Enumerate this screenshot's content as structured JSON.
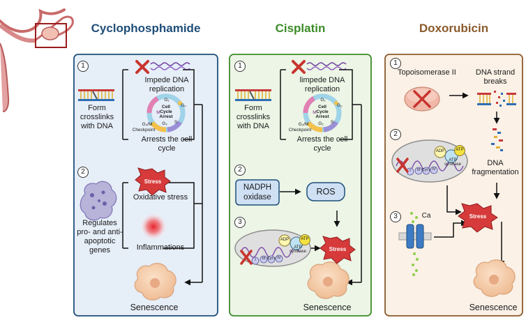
{
  "colors": {
    "cyclophosphamide": "#1f4e79",
    "cisplatin": "#3c8c28",
    "doxorubicin": "#8a5a2b",
    "panel1_bg": "#e6eef8",
    "panel2_bg": "#ecf5e6",
    "panel3_bg": "#fbf1e6",
    "stress": "#d63a3a",
    "cross": "#c8342e"
  },
  "panels": [
    {
      "title": "Cyclophosphamide",
      "step1": "1",
      "step2": "2",
      "crosslinks": "Form\ncrosslinks\nwith DNA",
      "impede": "Impede DNA\nreplication",
      "arrests": "Arrests the cell\ncycle",
      "oxidative": "Oxidative stress",
      "inflammations": "Inflammations",
      "regulates": "Regulates\npro- and anti-\napoptotic\ngenes",
      "stress_label": "Stress",
      "senescence": "Senescence"
    },
    {
      "title": "Cisplatin",
      "step1": "1",
      "step2": "2",
      "step3": "3",
      "crosslinks": "Form\ncrosslinks\nwith DNA",
      "impede": "limpede DNA\nreplication",
      "arrests": "Arrests the cell\ncycle",
      "nadph": "NADPH\noxidase",
      "ros": "ROS",
      "stress_label": "Stress",
      "senescence": "Senescence"
    },
    {
      "title": "Doxorubicin",
      "step1": "1",
      "step2": "2",
      "step3": "3",
      "topo": "Topoisomerase II",
      "breaks": "DNA strand\nbreaks",
      "fragmentation": "DNA\nfragmentation",
      "ca": "Ca",
      "stress_label": "Stress",
      "senescence": "Senescence"
    }
  ],
  "cell_cycle": {
    "center": "Cell\nCycle\nArrest",
    "g1": "G₁",
    "g0": "G₀",
    "g2m": "G₂/M",
    "checkpoint": "Checkpoint",
    "m": "M",
    "g2": "G₂",
    "s": "S"
  },
  "mito": {
    "adp": "ADP",
    "atp": "ATP",
    "atp_synthase": "ATP\nsynthase",
    "complex_i": "I",
    "complex_iii": "III",
    "cyt_c": "Cyt c",
    "complex_iv": "IV"
  }
}
